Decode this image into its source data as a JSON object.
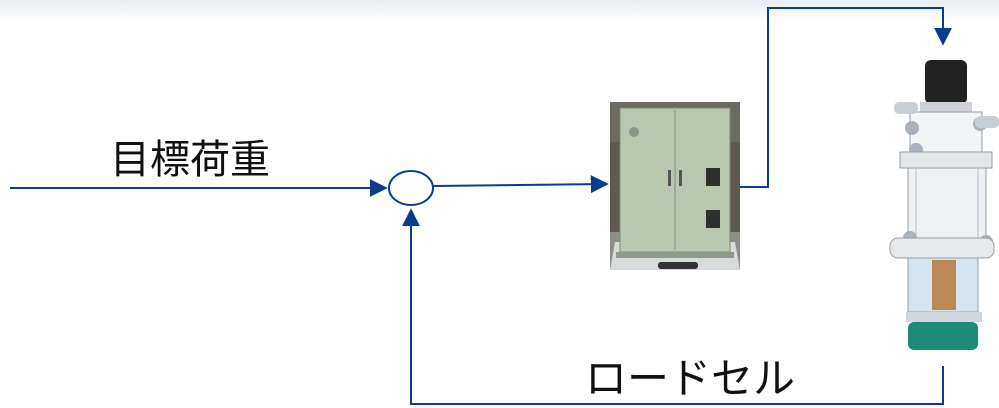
{
  "labels": {
    "target_load": "目標荷重",
    "load_cell": "ロードセル"
  },
  "photo": {
    "caption": "",
    "tag_text": ""
  },
  "colors": {
    "line": "#0b3d8c",
    "cabinet": "#b9c7b1",
    "cylinder_body": "#e9ecef",
    "cylinder_cap": "#222222",
    "load_cell_green": "#1e8b76",
    "wood": "#b98a55"
  },
  "icons": {
    "summing_junction": "circle",
    "control_cabinet": "photo-cabinet",
    "actuator": "pneumatic-cylinder"
  }
}
